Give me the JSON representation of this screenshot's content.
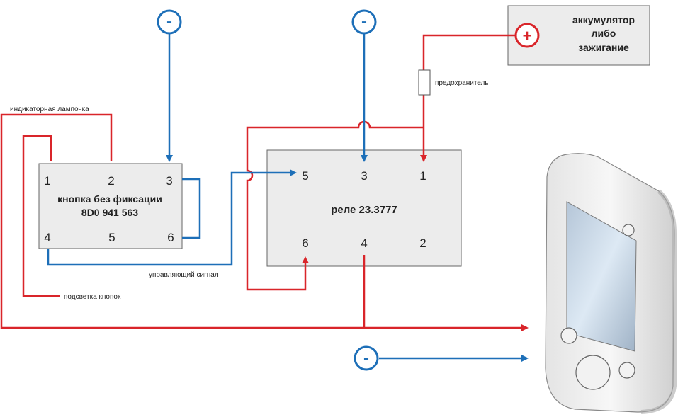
{
  "button": {
    "title_line1": "кнопка без фиксации",
    "title_line2": "8D0 941 563",
    "pins": {
      "p1": "1",
      "p2": "2",
      "p3": "3",
      "p4": "4",
      "p5": "5",
      "p6": "6"
    }
  },
  "relay": {
    "title": "реле 23.3777",
    "pins": {
      "p1": "1",
      "p2": "2",
      "p3": "3",
      "p4": "4",
      "p5": "5",
      "p6": "6"
    }
  },
  "source": {
    "line1": "аккумулятор",
    "line2": "либо",
    "line3": "зажигание",
    "symbol": "+"
  },
  "ground_symbol": "-",
  "labels": {
    "indicator": "индикаторная лампочка",
    "backlight": "подсветка кнопок",
    "control": "управляющий сигнал",
    "fuse": "предохранитель"
  },
  "colors": {
    "positive": "#d9252a",
    "negative": "#1d6fb8",
    "frame": "#555555"
  }
}
